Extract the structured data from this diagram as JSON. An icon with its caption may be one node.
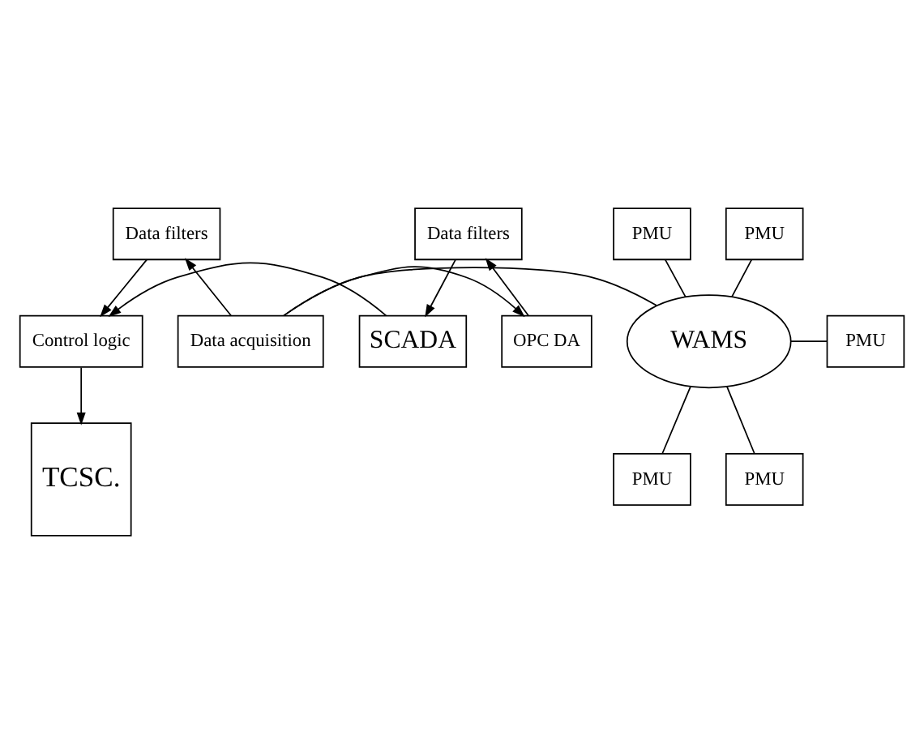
{
  "diagram": {
    "nodes": [
      {
        "text": [
          "TCSC."
        ]
      },
      {
        "text": [
          "SCADA"
        ]
      },
      {
        "text": [
          "Control logic"
        ]
      },
      {
        "text": [
          "Data filters"
        ]
      },
      {
        "text": [
          "Data filters"
        ]
      },
      {
        "text": [
          "OPC DA"
        ]
      },
      {
        "text": [
          "Data acquisition"
        ]
      },
      {
        "text": [
          "PMU"
        ]
      },
      {
        "text": [
          "PMU"
        ]
      },
      {
        "text": [
          "WAMS"
        ]
      },
      {
        "text": [
          "PMU"
        ]
      },
      {
        "text": [
          "PMU"
        ]
      },
      {
        "text": [
          "PMU"
        ]
      }
    ],
    "edges": [
      {
        "from": 1,
        "to": 2,
        "arrow": "to"
      },
      {
        "from": 2,
        "to": 0,
        "arrow": "to"
      },
      {
        "from": 3,
        "to": 1,
        "arrow": "to"
      },
      {
        "from": 4,
        "to": 2,
        "arrow": "to"
      },
      {
        "from": 5,
        "to": 3,
        "arrow": "to"
      },
      {
        "from": 6,
        "to": 4,
        "arrow": "to"
      },
      {
        "from": 6,
        "to": 5,
        "arrow": "to"
      },
      {
        "from": 9,
        "to": 6,
        "arrow": "none"
      },
      {
        "from": 9,
        "to": 7,
        "arrow": "none"
      },
      {
        "from": 9,
        "to": 8,
        "arrow": "none"
      },
      {
        "from": 9,
        "to": 10,
        "arrow": "none"
      },
      {
        "from": 9,
        "to": 11,
        "arrow": "none"
      },
      {
        "from": 9,
        "to": 12,
        "arrow": "none"
      }
    ]
  }
}
